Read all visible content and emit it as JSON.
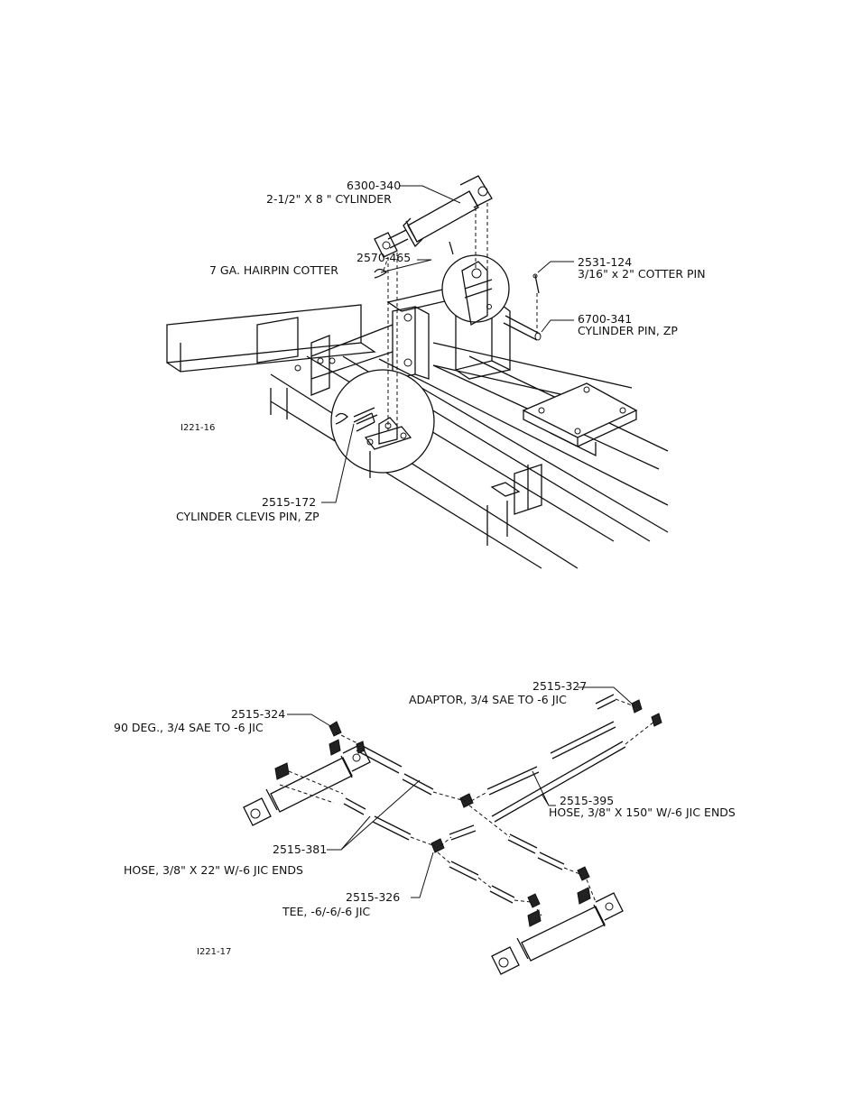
{
  "figure1": {
    "fig_id": "I221-16",
    "callouts": {
      "cylinder_part": "6300-340",
      "cylinder_desc": "2-1/2\" X 8 \" CYLINDER",
      "hairpin_part": "2570-465",
      "hairpin_desc": "7 GA. HAIRPIN COTTER",
      "cotter_part": "2531-124",
      "cotter_desc": "3/16\" x 2\" COTTER PIN",
      "cylpin_part": "6700-341",
      "cylpin_desc": "CYLINDER PIN, ZP",
      "clevis_part": "2515-172",
      "clevis_desc": "CYLINDER CLEVIS PIN, ZP"
    }
  },
  "figure2": {
    "fig_id": "I221-17",
    "callouts": {
      "adaptor_part": "2515-327",
      "adaptor_desc": "ADAPTOR, 3/4 SAE TO -6 JIC",
      "elbow_part": "2515-324",
      "elbow_desc": "90 DEG., 3/4 SAE TO -6 JIC",
      "longhose_part": "2515-395",
      "longhose_desc": "HOSE, 3/8\" X 150\" W/-6 JIC ENDS",
      "shorthose_part": "2515-381",
      "shorthose_desc": "HOSE, 3/8\" X 22\" W/-6 JIC ENDS",
      "tee_part": "2515-326",
      "tee_desc": "TEE, -6/-6/-6 JIC"
    }
  },
  "icons": [
    "cylinder-icon",
    "cotter-pin-icon",
    "hose-icon",
    "tee-fitting-icon"
  ]
}
